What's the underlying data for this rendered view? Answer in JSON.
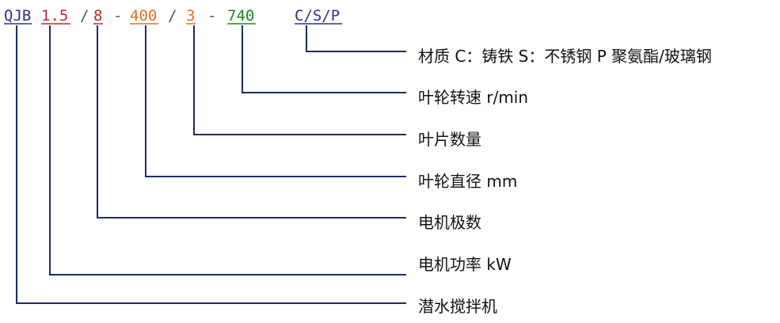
{
  "model_code": {
    "prefix": {
      "text": "QJB",
      "color": "#2e3192"
    },
    "power": {
      "text": "1.5",
      "color": "#c1272d"
    },
    "slash1": {
      "text": "/",
      "color": "#555555"
    },
    "poles": {
      "text": "8",
      "color": "#c1272d"
    },
    "dash1": {
      "text": "-",
      "color": "#555555"
    },
    "diameter": {
      "text": "400",
      "color": "#e07020"
    },
    "slash2": {
      "text": "/",
      "color": "#555555"
    },
    "blades": {
      "text": "3",
      "color": "#e07020"
    },
    "dash2": {
      "text": "-",
      "color": "#555555"
    },
    "speed": {
      "text": "740",
      "color": "#1a8a1a"
    },
    "material": {
      "text": "C/S/P",
      "color": "#2e3192"
    }
  },
  "descriptions": {
    "material": "材质 C：铸铁 S：不锈钢 P 聚氨酯/玻璃钢",
    "speed": "叶轮转速 r/min",
    "blades": "叶片数量",
    "diameter": "叶轮直径 mm",
    "poles": "电机极数",
    "power": "电机功率 kW",
    "prefix": "潜水搅拌机"
  },
  "leader_color": "#1f2a6b"
}
